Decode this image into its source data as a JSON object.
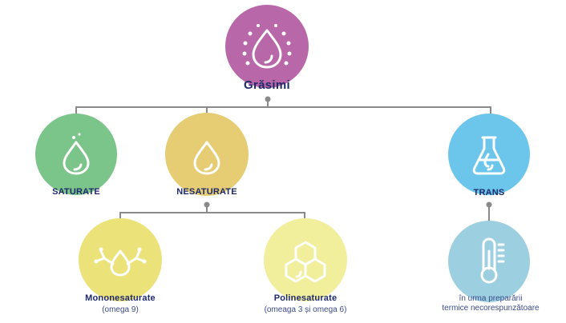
{
  "title": "Grăsimi",
  "nodes": {
    "root": {
      "label": "Grăsimi",
      "color": "#b868a8",
      "icon": "oil-drop-bubbles-icon"
    },
    "saturate": {
      "label": "SATURATE",
      "color": "#7bc48a",
      "icon": "drop-icon"
    },
    "nesaturate": {
      "label": "NESATURATE",
      "color": "#e6cd73",
      "icon": "drop-icon"
    },
    "trans": {
      "label": "TRANS",
      "color": "#6cc6ec",
      "icon": "flask-icon"
    },
    "mono": {
      "label": "Mononesaturate",
      "sublabel": "(omega 9)",
      "color": "#ece27a",
      "icon": "molecule-drop-icon"
    },
    "poli": {
      "label": "Polinesaturate",
      "sublabel": "(omeaga 3 și omega 6)",
      "color": "#f1ee9c",
      "icon": "hexagon-molecule-icon"
    },
    "thermo": {
      "label_line1": "în urma preparării",
      "label_line2": "termice necorespunzătoare",
      "color": "#9ccfe0",
      "icon": "thermometer-icon"
    }
  },
  "colors": {
    "connector": "#8a8a8a",
    "label_text": "#1f2a6b"
  }
}
